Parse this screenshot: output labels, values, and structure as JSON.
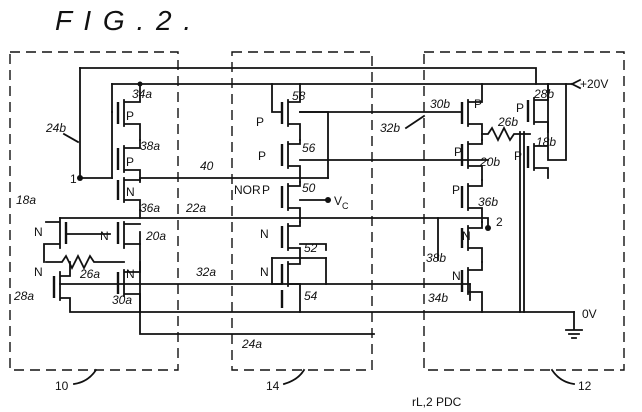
{
  "figure": {
    "title": "F I G . 2 ."
  },
  "blocks": [
    {
      "id": "block-10",
      "label": "10"
    },
    {
      "id": "block-14",
      "label": "14"
    },
    {
      "id": "block-12",
      "label": "12"
    }
  ],
  "rails": {
    "supply": "+20V",
    "ground": "0V",
    "vc": "V",
    "vc_sub": "C"
  },
  "nodes": {
    "node1": "1",
    "node2": "2"
  },
  "lines": {
    "l24b": "24b",
    "l24a": "24a",
    "l40": "40",
    "l22a": "22a",
    "l32a": "32a",
    "l32b": "32b",
    "l26a": "26a",
    "l26b": "26b"
  },
  "transistors": {
    "t34a": {
      "label": "34a",
      "type": "P"
    },
    "t38a": {
      "label": "38a",
      "type": "P"
    },
    "t36a": {
      "label": "36a",
      "type": "N"
    },
    "t18a": {
      "label": "18a",
      "type": "N"
    },
    "t20a": {
      "label": "20a",
      "type": "N"
    },
    "t28a": {
      "label": "28a",
      "type": "N"
    },
    "t30a": {
      "label": "30a",
      "type": "N"
    },
    "t58": {
      "label": "58",
      "type": "P"
    },
    "t56": {
      "label": "56",
      "type": "P"
    },
    "t50": {
      "label": "50",
      "type": "P",
      "prefix": "NOR"
    },
    "t52": {
      "label": "52",
      "type": "N"
    },
    "t54": {
      "label": "54",
      "type": "N"
    },
    "t30b": {
      "label": "30b",
      "type": "P"
    },
    "t28b": {
      "label": "28b",
      "type": "P"
    },
    "t18b": {
      "label": "18b",
      "type": "P"
    },
    "t20b": {
      "label": "20b",
      "type": "P"
    },
    "t36b": {
      "label": "36b",
      "type": "P"
    },
    "t38b": {
      "label": "38b",
      "type": "N"
    },
    "t34b": {
      "label": "34b",
      "type": "N"
    }
  },
  "footer_note": "rL,2  PDC"
}
